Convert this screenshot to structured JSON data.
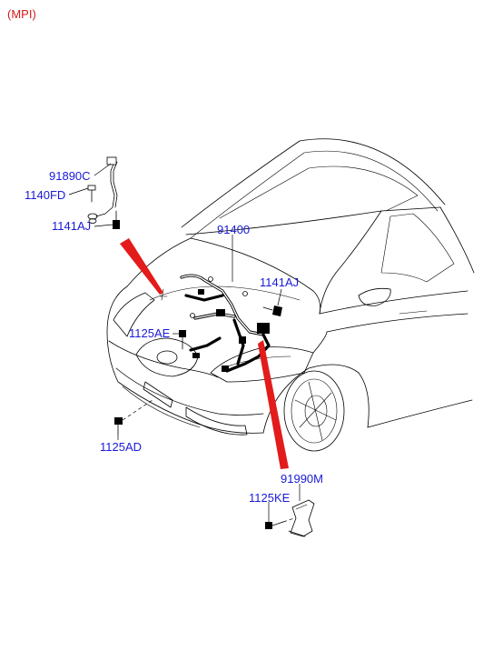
{
  "variant_label": "(MPI)",
  "colors": {
    "label": "#1a1ad8",
    "variant": "#d11a1a",
    "callout": "#e31b1b"
  },
  "parts": [
    {
      "id": "91890C",
      "name": "part-91890c"
    },
    {
      "id": "1140FD",
      "name": "part-1140fd"
    },
    {
      "id": "1141AJ",
      "name": "part-1141aj-left"
    },
    {
      "id": "91400",
      "name": "part-91400"
    },
    {
      "id": "1141AJ",
      "name": "part-1141aj-right"
    },
    {
      "id": "1125AE",
      "name": "part-1125ae"
    },
    {
      "id": "1125AD",
      "name": "part-1125ad"
    },
    {
      "id": "91990M",
      "name": "part-91990m"
    },
    {
      "id": "1125KE",
      "name": "part-1125ke"
    }
  ]
}
